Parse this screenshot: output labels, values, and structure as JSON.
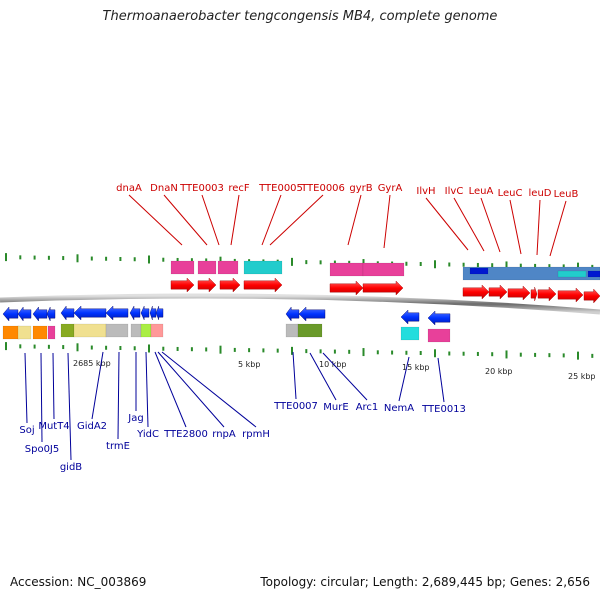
{
  "title": "Thermoanaerobacter tengcongensis MB4, complete genome",
  "footer": {
    "accession": "Accession: NC_003869",
    "summary": "Topology: circular; Length: 2,689,445 bp; Genes: 2,656"
  },
  "scale_labels": [
    "2685 kbp",
    "5 kbp",
    "10 kbp",
    "15 kbp",
    "20 kbp",
    "25 kbp"
  ],
  "top_genes": [
    "dnaA",
    "DnaN",
    "TTE0003",
    "recF",
    "TTE0005",
    "TTE0006",
    "gyrB",
    "GyrA",
    "IlvH",
    "IlvC",
    "LeuA",
    "LeuC",
    "leuD",
    "LeuB"
  ],
  "bottom_genes": [
    "Soj",
    "Spo0J5",
    "MutT4",
    "gidB",
    "GidA2",
    "trmE",
    "Jag",
    "YidC",
    "TTE2800",
    "rnpA",
    "rpmH",
    "TTE0007",
    "MurE",
    "Arc1",
    "NemA",
    "TTE0013"
  ],
  "colors": {
    "forward_label": "#cc0000",
    "reverse_label": "#00009a",
    "forward_arrow": "#ff0000",
    "reverse_arrow": "#0033ff",
    "backbone": "#888888",
    "tick": "#2a8a2a"
  }
}
